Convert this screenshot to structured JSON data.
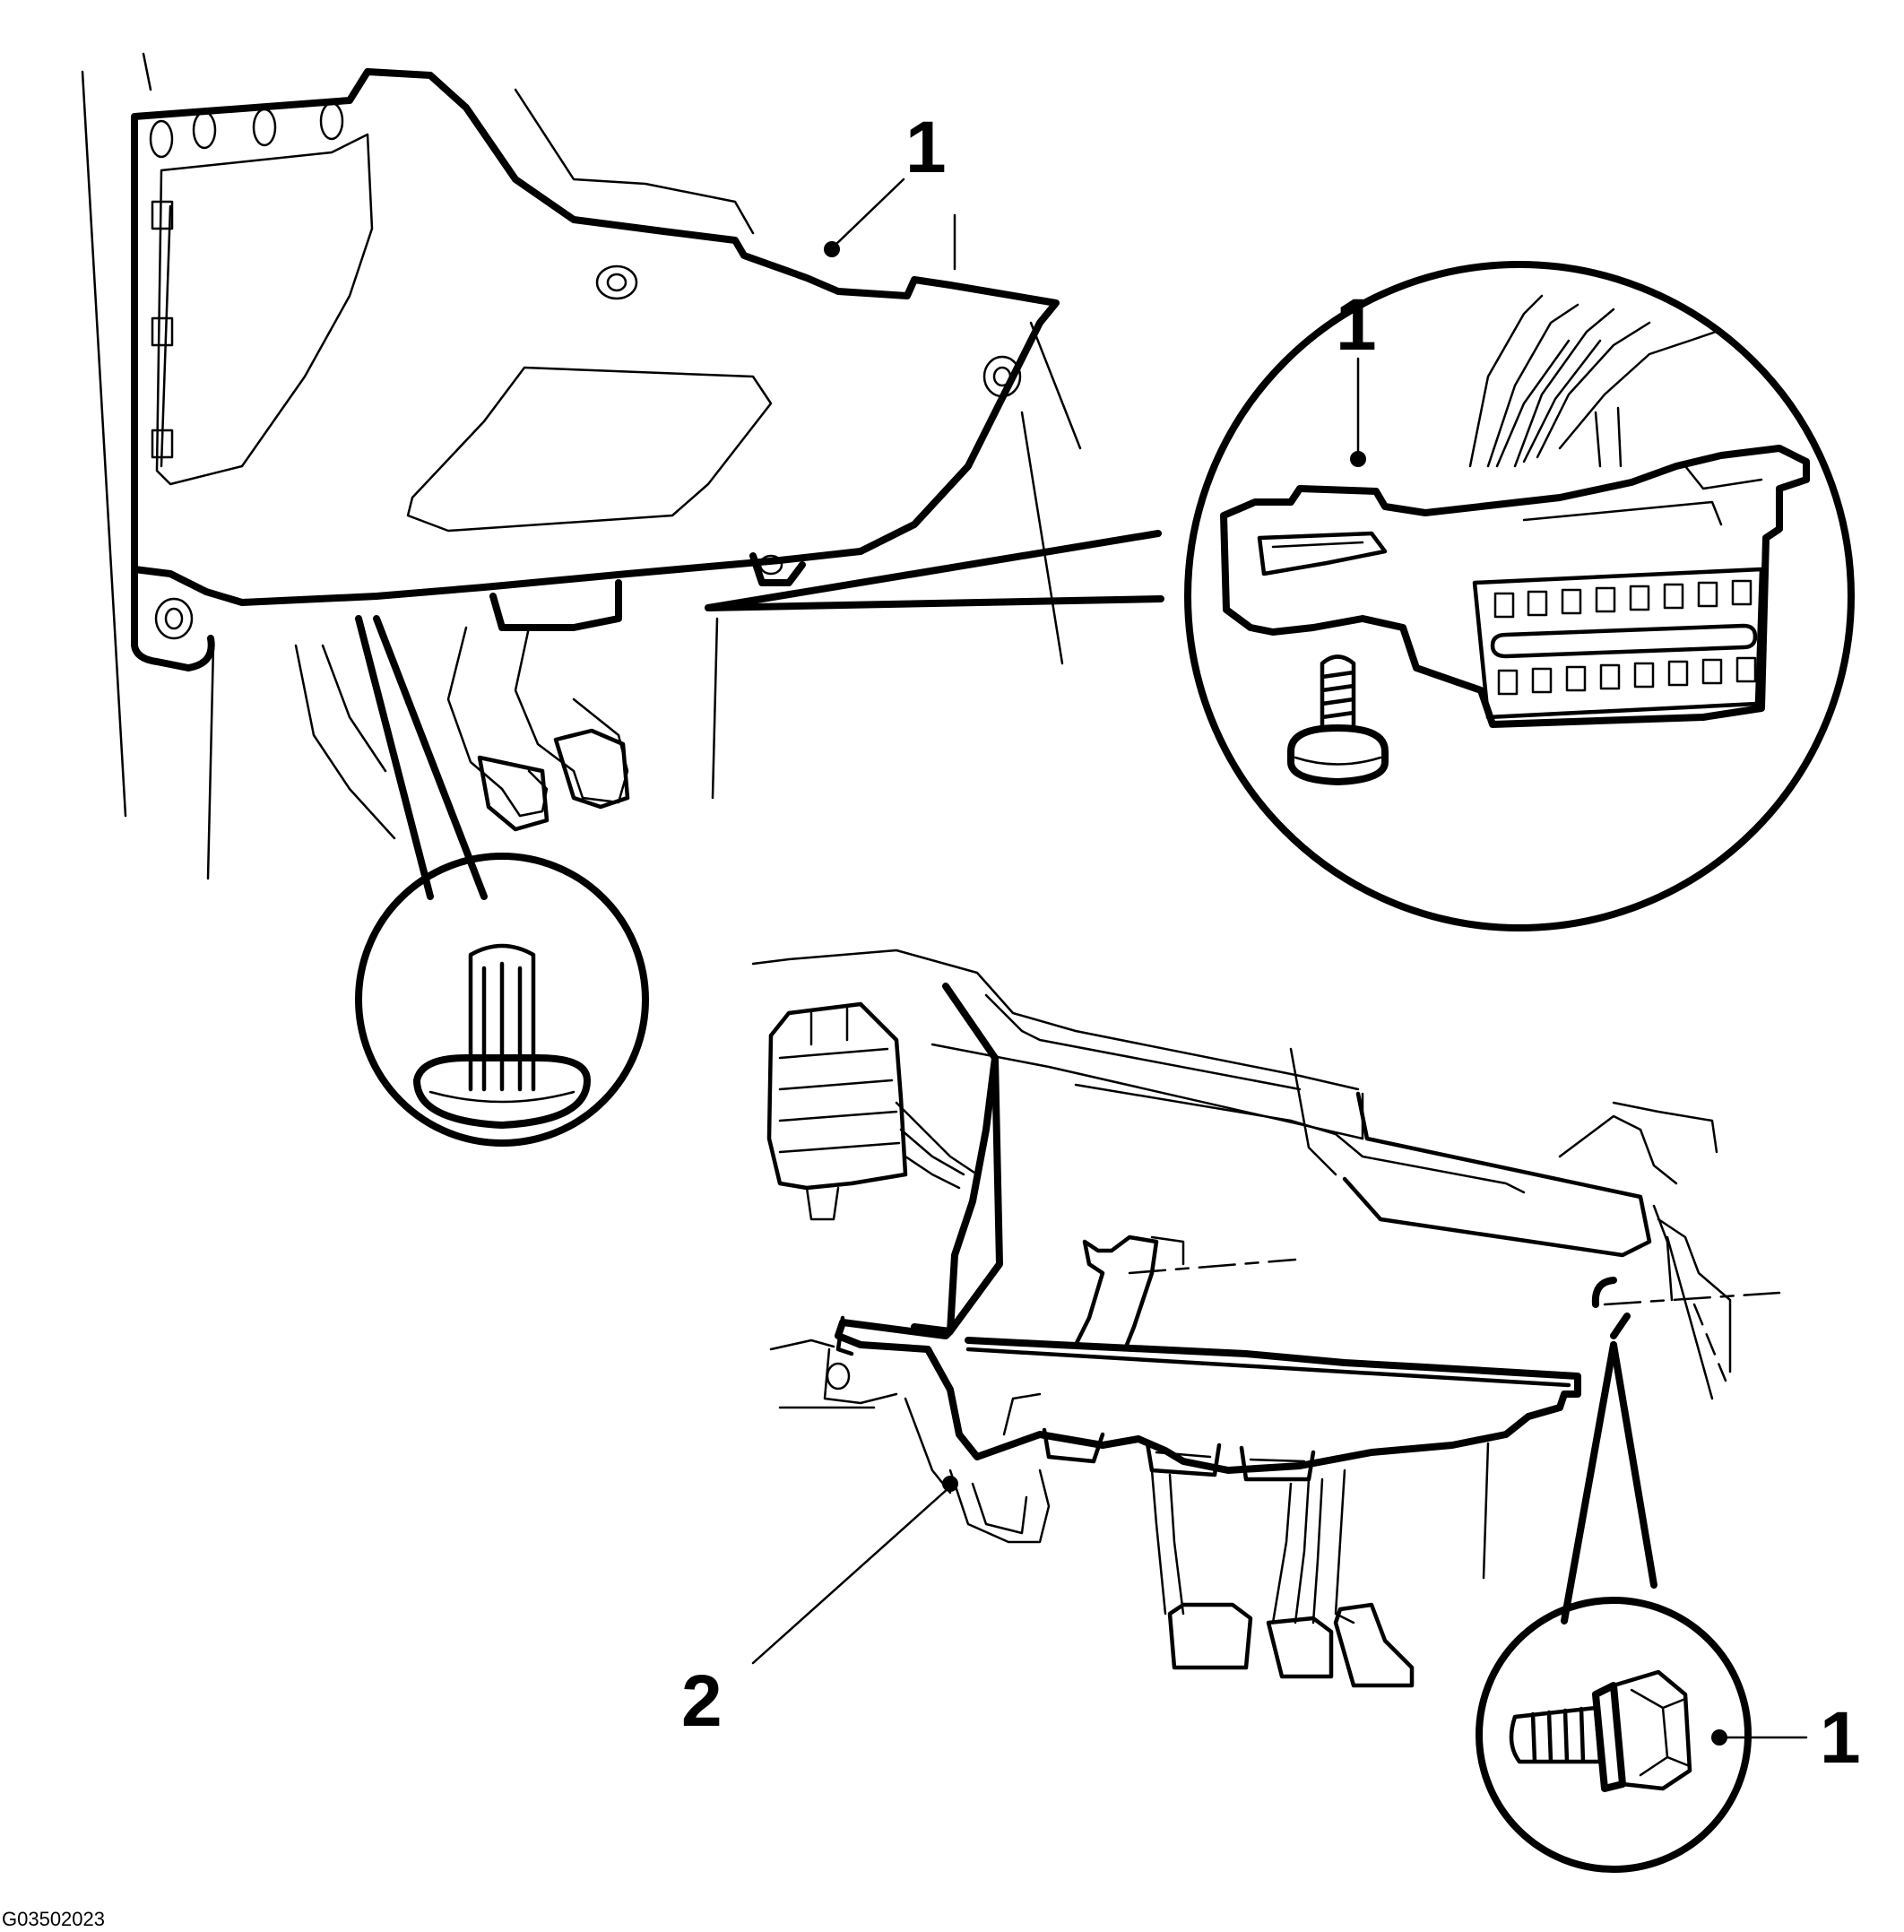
{
  "figure": {
    "id_code": "G03502023"
  },
  "callouts": [
    {
      "key": "panel",
      "label": "1"
    },
    {
      "key": "connector",
      "label": "1"
    },
    {
      "key": "bolt",
      "label": "1"
    },
    {
      "key": "bracket",
      "label": "2"
    }
  ],
  "colors": {
    "line": "#000000",
    "background": "#ffffff"
  }
}
